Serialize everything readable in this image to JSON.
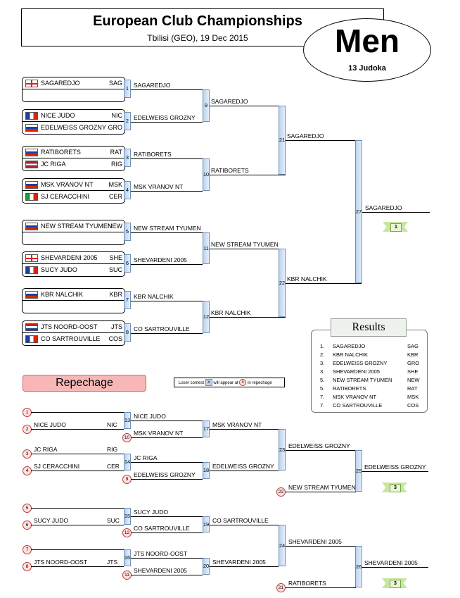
{
  "header": {
    "title": "European Club Championships",
    "subtitle": "Tbilisi (GEO), 19 Dec 2015",
    "category": "Men",
    "count": "13 Judoka"
  },
  "entries": [
    {
      "top": {
        "name": "SAGAREDJO",
        "code": "SAG",
        "flag": "geo"
      },
      "bottom": {
        "name": "",
        "code": "",
        "flag": ""
      }
    },
    {
      "top": {
        "name": "NICE JUDO",
        "code": "NIC",
        "flag": "fra"
      },
      "bottom": {
        "name": "EDELWEISS GROZNY",
        "code": "GRO",
        "flag": "rus"
      }
    },
    {
      "top": {
        "name": "RATIBORETS",
        "code": "RAT",
        "flag": "rus"
      },
      "bottom": {
        "name": "JC RIGA",
        "code": "RIG",
        "flag": "lat"
      }
    },
    {
      "top": {
        "name": "MSK VRANOV NT",
        "code": "MSK",
        "flag": "svk"
      },
      "bottom": {
        "name": "SJ CERACCHINI",
        "code": "CER",
        "flag": "ita"
      }
    },
    {
      "top": {
        "name": "NEW STREAM TYUMEN",
        "code": "NEW",
        "flag": "rus"
      },
      "bottom": {
        "name": "",
        "code": "",
        "flag": ""
      }
    },
    {
      "top": {
        "name": "SHEVARDENI 2005",
        "code": "SHE",
        "flag": "geo"
      },
      "bottom": {
        "name": "SUCY JUDO",
        "code": "SUC",
        "flag": "fra"
      }
    },
    {
      "top": {
        "name": "KBR NALCHIK",
        "code": "KBR",
        "flag": "rus"
      },
      "bottom": {
        "name": "",
        "code": "",
        "flag": ""
      }
    },
    {
      "top": {
        "name": "JTS NOORD-OOST",
        "code": "JTS",
        "flag": "ned"
      },
      "bottom": {
        "name": "CO SARTROUVILLE",
        "code": "COS",
        "flag": "fra"
      }
    }
  ],
  "round1": [
    {
      "num": "1",
      "winner": "SAGAREDJO"
    },
    {
      "num": "2",
      "winner": "EDELWEISS GROZNY"
    },
    {
      "num": "3",
      "winner": "RATIBORETS"
    },
    {
      "num": "4",
      "winner": "MSK VRANOV NT"
    },
    {
      "num": "5",
      "winner": "NEW STREAM TYUMEN"
    },
    {
      "num": "6",
      "winner": "SHEVARDENI 2005"
    },
    {
      "num": "7",
      "winner": "KBR NALCHIK"
    },
    {
      "num": "8",
      "winner": "CO SARTROUVILLE"
    }
  ],
  "round2": [
    {
      "num": "9",
      "winner": "SAGAREDJO"
    },
    {
      "num": "10",
      "winner": "RATIBORETS"
    },
    {
      "num": "11",
      "winner": "NEW STREAM TYUMEN"
    },
    {
      "num": "12",
      "winner": "KBR NALCHIK"
    }
  ],
  "round3": [
    {
      "num": "21",
      "winner": "SAGAREDJO"
    },
    {
      "num": "22",
      "winner": "KBR NALCHIK"
    }
  ],
  "final": {
    "num": "27",
    "winner": "SAGAREDJO",
    "medal": "1"
  },
  "results": {
    "title": "Results",
    "rows": [
      {
        "rank": "1.",
        "name": "SAGAREDJO",
        "code": "SAG"
      },
      {
        "rank": "2.",
        "name": "KBR NALCHIK",
        "code": "KBR"
      },
      {
        "rank": "3.",
        "name": "EDELWEISS GROZNY",
        "code": "GRO"
      },
      {
        "rank": "3.",
        "name": "SHEVARDENI 2005",
        "code": "SHE"
      },
      {
        "rank": "5.",
        "name": "NEW STREAM TYUMEN",
        "code": "NEW"
      },
      {
        "rank": "5.",
        "name": "RATIBORETS",
        "code": "RAT"
      },
      {
        "rank": "7.",
        "name": "MSK VRANOV NT",
        "code": "MSK"
      },
      {
        "rank": "7.",
        "name": "CO SARTROUVILLE",
        "code": "COS"
      }
    ]
  },
  "repechage": {
    "label": "Repechage",
    "legend_text1": "Loser contest",
    "legend_x1": "x",
    "legend_text2": "will appear at",
    "legend_x2": "x",
    "legend_text3": "in repechage"
  },
  "rep_block1": {
    "slots": [
      {
        "num": "1",
        "name": "",
        "code": ""
      },
      {
        "num": "2",
        "name": "NICE JUDO",
        "code": "NIC"
      },
      {
        "num": "3",
        "name": "JC RIGA",
        "code": "RIG"
      },
      {
        "num": "4",
        "name": "SJ CERACCHINI",
        "code": "CER"
      }
    ],
    "r1": [
      {
        "num": "13",
        "winner": "NICE JUDO",
        "loser_circle": "10",
        "loser": "MSK VRANOV NT"
      },
      {
        "num": "14",
        "winner": "JC RIGA",
        "loser_circle": "9",
        "loser": "EDELWEISS GROZNY"
      }
    ],
    "r2": [
      {
        "num": "17",
        "winner": "MSK VRANOV NT"
      },
      {
        "num": "18",
        "winner": "EDELWEISS GROZNY"
      }
    ],
    "r3": {
      "num": "23",
      "winner": "EDELWEISS GROZNY",
      "loser_circle": "22",
      "loser": "NEW STREAM TYUMEN"
    },
    "bronze": {
      "num": "25",
      "winner": "EDELWEISS GROZNY",
      "medal": "3"
    }
  },
  "rep_block2": {
    "slots": [
      {
        "num": "5",
        "name": "",
        "code": ""
      },
      {
        "num": "6",
        "name": "SUCY JUDO",
        "code": "SUC"
      },
      {
        "num": "7",
        "name": "",
        "code": ""
      },
      {
        "num": "8",
        "name": "JTS NOORD-OOST",
        "code": "JTS"
      }
    ],
    "r1": [
      {
        "num": "15",
        "winner": "SUCY JUDO",
        "loser_circle": "12",
        "loser": "CO SARTROUVILLE"
      },
      {
        "num": "16",
        "winner": "JTS NOORD-OOST",
        "loser_circle": "11",
        "loser": "SHEVARDENI 2005"
      }
    ],
    "r2": [
      {
        "num": "19",
        "winner": "CO SARTROUVILLE"
      },
      {
        "num": "20",
        "winner": "SHEVARDENI 2005"
      }
    ],
    "r3": {
      "num": "24",
      "winner": "SHEVARDENI 2005",
      "loser_circle": "21",
      "loser": "RATIBORETS"
    },
    "bronze": {
      "num": "26",
      "winner": "SHEVARDENI 2005",
      "medal": "3"
    }
  },
  "colors": {
    "contest_box": "#bcd2ee",
    "repechage_bg": "#f7b7b7",
    "medal_green": "#c8e6a0",
    "circle_red": "#c0392b"
  }
}
